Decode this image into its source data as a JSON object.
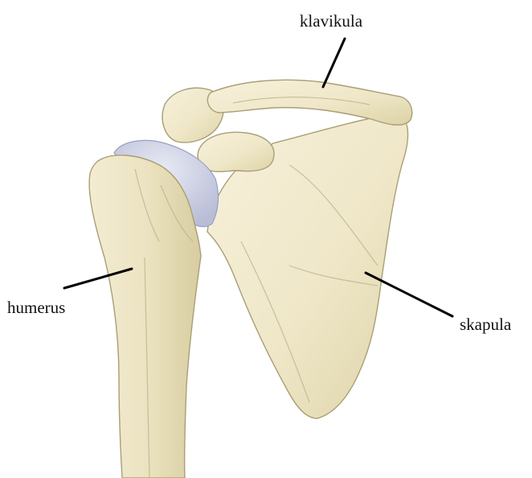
{
  "labels": {
    "clavicle": "klavikula",
    "humerus": "humerus",
    "scapula": "skapula"
  },
  "colors": {
    "background": "#ffffff",
    "bone": "#f1ead0",
    "bone_shadow": "#ddd3a8",
    "cartilage": "#ccd0e4",
    "leader": "#000000",
    "label": "#111111"
  }
}
